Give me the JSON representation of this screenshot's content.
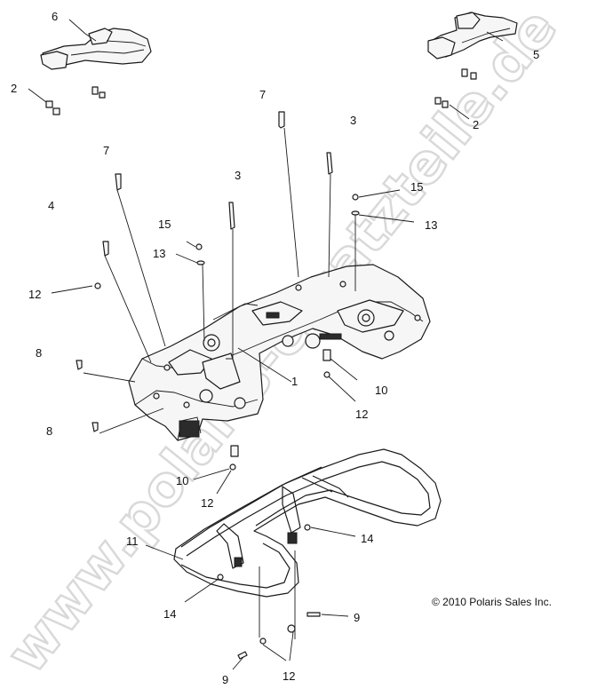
{
  "watermark": "www.polaris-ersatzteile.de",
  "copyright": "© 2010 Polaris Sales Inc.",
  "callouts": {
    "c1": "1",
    "c2a": "2",
    "c2b": "2",
    "c3a": "3",
    "c3b": "3",
    "c4": "4",
    "c5": "5",
    "c6": "6",
    "c7a": "7",
    "c7b": "7",
    "c8a": "8",
    "c8b": "8",
    "c9a": "9",
    "c9b": "9",
    "c10a": "10",
    "c10b": "10",
    "c11": "11",
    "c12a": "12",
    "c12b": "12",
    "c12c": "12",
    "c12d": "12",
    "c13a": "13",
    "c13b": "13",
    "c14a": "14",
    "c14b": "14",
    "c15a": "15",
    "c15b": "15"
  }
}
